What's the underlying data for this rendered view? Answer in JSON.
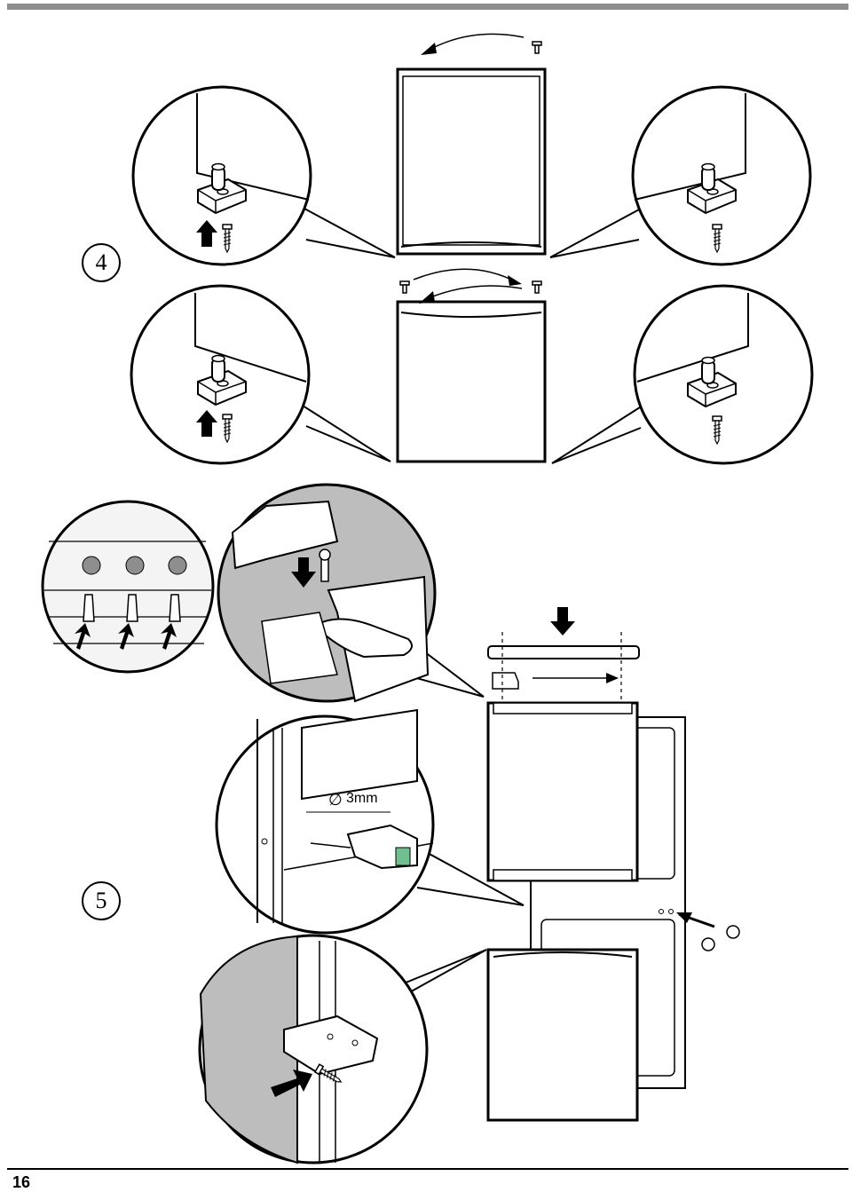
{
  "page_number": "16",
  "steps": [
    {
      "label": "4"
    },
    {
      "label": "5"
    }
  ],
  "annotations": {
    "drill_diameter_symbol": "∅",
    "drill_size": "3mm"
  },
  "colors": {
    "rule": "#8e8e8e",
    "shade": "#bdbdbd",
    "line": "#000000"
  }
}
